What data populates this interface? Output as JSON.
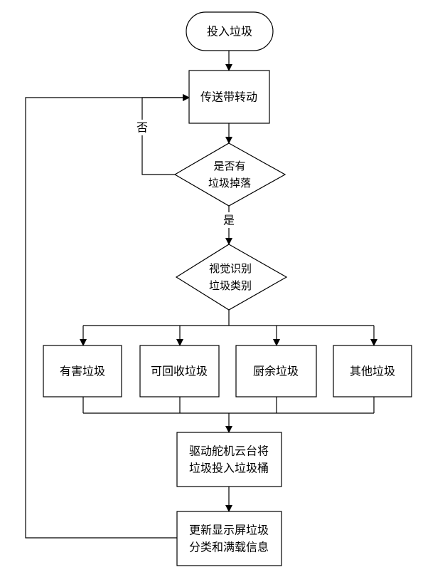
{
  "flowchart": {
    "start": "投入垃圾",
    "conveyor": "传送带转动",
    "check": {
      "line1": "是否有",
      "line2": "垃圾掉落"
    },
    "branch_no": "否",
    "branch_yes": "是",
    "identify": {
      "line1": "视觉识别",
      "line2": "垃圾类别"
    },
    "categories": [
      "有害垃圾",
      "可回收垃圾",
      "厨余垃圾",
      "其他垃圾"
    ],
    "servo": {
      "line1": "驱动舵机云台将",
      "line2": "垃圾投入垃圾桶"
    },
    "update": {
      "line1": "更新显示屏垃圾",
      "line2": "分类和满载信息"
    },
    "colors": {
      "stroke": "#000000",
      "fill": "#ffffff",
      "text": "#000000"
    }
  }
}
